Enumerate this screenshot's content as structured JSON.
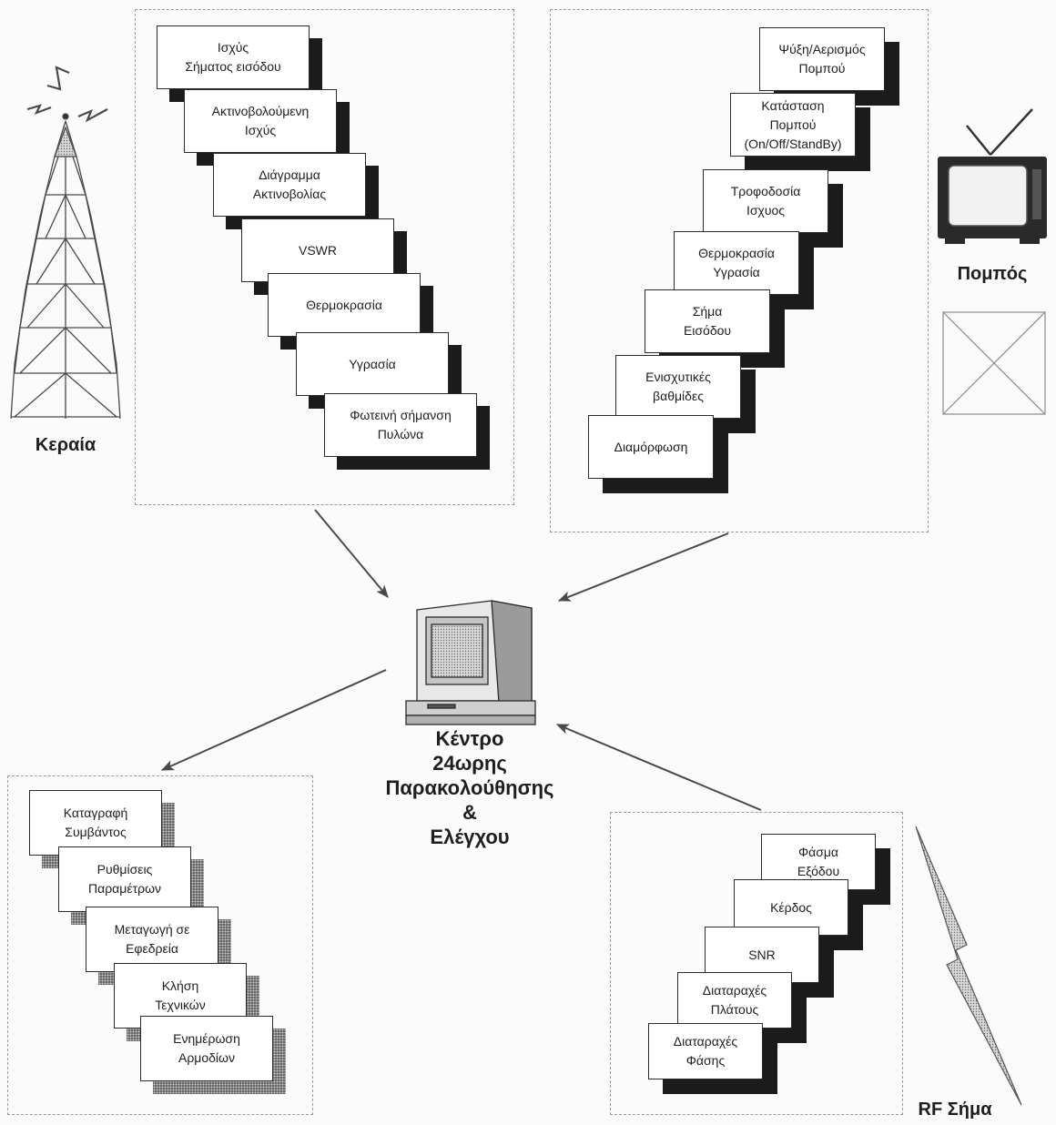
{
  "labels": {
    "antenna": "Κεραία",
    "transmitter": "Πομπός",
    "rf_signal": "RF Σήμα",
    "center": "Κέντρο\n24ωρης\nΠαρακολούθησης\n&\nΕλέγχου"
  },
  "antenna_panel": {
    "items": [
      "Ισχύς\nΣήματος εισόδου",
      "Ακτινοβολούμενη\nΙσχύς",
      "Διάγραμμα\nΑκτινοβολίας",
      "VSWR",
      "Θερμοκρασία",
      "Υγρασία",
      "Φωτεινή σήμανση\nΠυλώνα"
    ]
  },
  "transmitter_panel": {
    "items": [
      "Ψύξη/Αερισμός\nΠομπού",
      "Κατάσταση\nΠομπού\n(On/Off/StandBy)",
      "Τροφοδοσία\nΙσχυος",
      "Θερμοκρασία\nΥγρασία",
      "Σήμα\nΕισόδου",
      "Ενισχυτικές\nβαθμίδες",
      "Διαμόρφωση"
    ]
  },
  "actions_panel": {
    "items": [
      "Καταγραφή\nΣυμβάντος",
      "Ρυθμίσεις\nΠαραμέτρων",
      "Μεταγωγή σε\nΕφεδρεία",
      "Κλήση\nΤεχνικών",
      "Ενημέρωση\nΑρμοδίων"
    ]
  },
  "rf_panel": {
    "items": [
      "Φάσμα\nΕξόδου",
      "Κέρδος",
      "SNR",
      "Διαταραχές\nΠλάτους",
      "Διαταραχές\nΦάσης"
    ]
  },
  "colors": {
    "card_border": "#2a2a2a",
    "card_shadow": "#1b1b1b",
    "arrow": "#4a4a4a"
  }
}
